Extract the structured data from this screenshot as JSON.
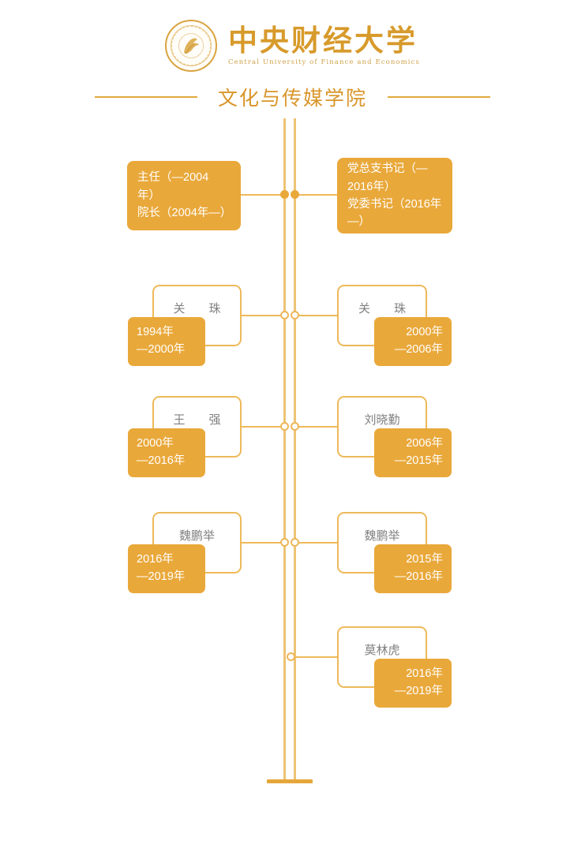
{
  "header": {
    "logo": {
      "seal_name": "university-seal",
      "name_cn": "中央财经大学",
      "name_en": "Central University of Finance and Economics"
    },
    "section_title": "文化与传媒学院"
  },
  "chart_data": {
    "type": "diagram",
    "title": "文化与传媒学院",
    "columns": [
      {
        "side": "left",
        "role_label": "主任（—2004年）\n院长（2004年—）"
      },
      {
        "side": "right",
        "role_label": "党总支书记（—2016年）\n党委书记（2016年—）"
      }
    ],
    "rows": [
      {
        "left": {
          "name": "关　　珠",
          "term": "1994年\n—2000年"
        },
        "right": {
          "name": "关　　珠",
          "term": "2000年\n—2006年"
        }
      },
      {
        "left": {
          "name": "王　　强",
          "term": "2000年\n—2016年"
        },
        "right": {
          "name": "刘晓勤",
          "term": "2006年\n—2015年"
        }
      },
      {
        "left": {
          "name": "魏鹏举",
          "term": "2016年\n—2019年"
        },
        "right": {
          "name": "魏鹏举",
          "term": "2015年\n—2016年"
        }
      },
      {
        "left": null,
        "right": {
          "name": "莫林虎",
          "term": "2016年\n—2019年"
        }
      }
    ],
    "colors": {
      "accent": "#e9a83a",
      "rail": "#eec374",
      "connector": "#eeb95a",
      "name_text": "#808080",
      "title_text": "#d9952a",
      "background": "#ffffff"
    }
  }
}
